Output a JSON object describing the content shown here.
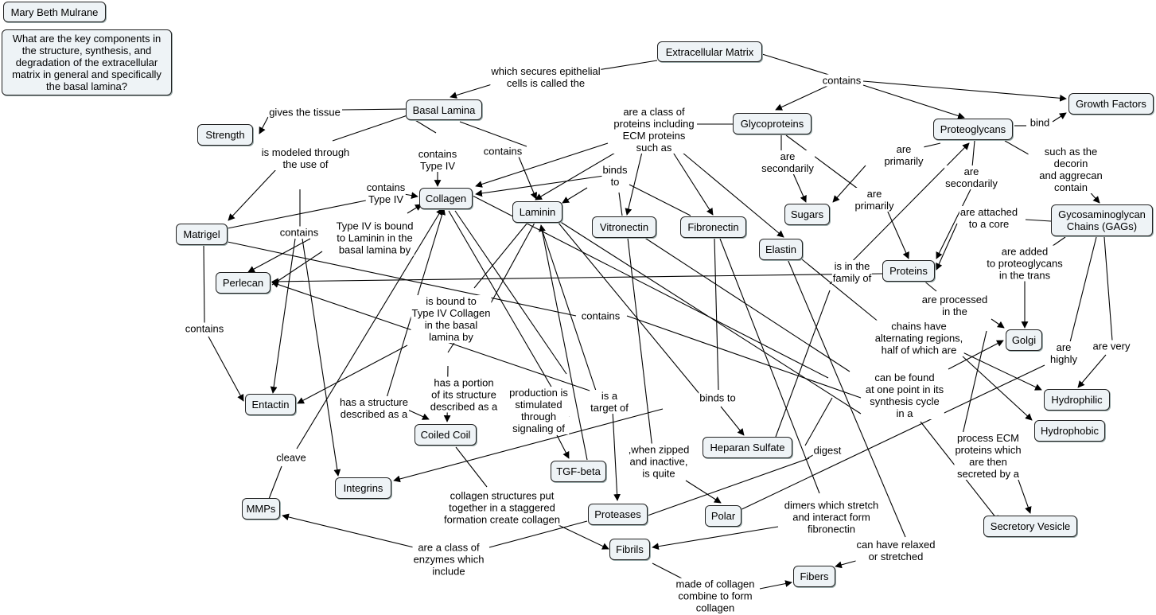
{
  "author": "Mary Beth Mulrane",
  "question": "What are the key components in the structure, synthesis, and degradation of the extracellular matrix in general and specifically the basal lamina?",
  "nodes": {
    "ecm": "Extracellular Matrix",
    "basal_lamina": "Basal Lamina",
    "growth_factors": "Growth Factors",
    "glycoproteins": "Glycoproteins",
    "proteoglycans": "Proteoglycans",
    "strength": "Strength",
    "collagen": "Collagen",
    "laminin": "Laminin",
    "sugars": "Sugars",
    "gags": "Gycosaminoglycan Chains (GAGs)",
    "matrigel": "Matrigel",
    "vitronectin": "Vitronectin",
    "fibronectin": "Fibronectin",
    "elastin": "Elastin",
    "perlecan": "Perlecan",
    "proteins": "Proteins",
    "golgi": "Golgi",
    "entactin": "Entactin",
    "hydrophilic": "Hydrophilic",
    "coiled_coil": "Coiled Coil",
    "hydrophobic": "Hydrophobic",
    "heparan_sulfate": "Heparan Sulfate",
    "tgf_beta": "TGF-beta",
    "integrins": "Integrins",
    "mmps": "MMPs",
    "proteases": "Proteases",
    "polar": "Polar",
    "secretory_vesicle": "Secretory Vesicle",
    "fibrils": "Fibrils",
    "fibers": "Fibers"
  },
  "labels": {
    "which_secures": "which secures epithelial\ncells is called the",
    "contains_ecm": "contains",
    "gives_tissue": "gives the tissue",
    "class_of_proteins": "are a class of\nproteins including\nECM proteins\nsuch as",
    "bind": "bind",
    "contains_type_iv_1": "contains\nType IV",
    "contains_bl": "contains",
    "modeled": "is modeled through\nthe use of",
    "binds_to": "binds\nto",
    "secondarily_sugars": "are\nsecondarily",
    "primarily_sugars": "are\nprimarily",
    "secondarily_proteins": "are\nsecondarily",
    "decorin": "such as the decorin\nand aggrecan contain",
    "contains_type_iv_2": "contains\nType IV",
    "primarily_proteins": "are\nprimarily",
    "attached_core": "are attached\nto a core",
    "contains_bl2": "contains",
    "type_iv_bound": "Type IV is bound\nto Laminin in the\nbasal lamina by",
    "family_of": "is in the\nfamily of",
    "added_to": "are added\nto proteoglycans\nin the trans",
    "processed": "are processed\nin the",
    "bound_type_iv": "is bound to\nType IV Collagen\nin the basal\nlamina by",
    "contains_matrigel": "contains",
    "contains_mid": "contains",
    "alternating": "chains have\nalternating regions,\nhalf of which are",
    "are_highly": "are\nhighly",
    "are_very": "are very",
    "found_synthesis": "can be found\nat one point in its\nsynthesis cycle\nin a",
    "portion_structure": "has a portion\nof its structure\ndescribed as a",
    "production": "production is\nstimulated\nthrough\nsignaling of",
    "target_of": "is a\ntarget of",
    "structure_as": "has a structure\ndescribed as a",
    "binds_to_2": "binds to",
    "process_ecm": "process ECM\nproteins which\nare then\nsecreted by a",
    "cleave": "cleave",
    "zipped": ",when zipped\nand inactive,\nis quite",
    "digest": "digest",
    "staggered": "collagen structures put\ntogether in a staggered\nformation create collagen",
    "dimers": "dimers which stretch\nand interact form\nfibronectin",
    "relaxed": "can have relaxed\nor stretched",
    "class_enzymes": "are a class of\nenzymes which\ninclude",
    "made_of": "made of collagen\ncombine to form\ncollagen"
  }
}
